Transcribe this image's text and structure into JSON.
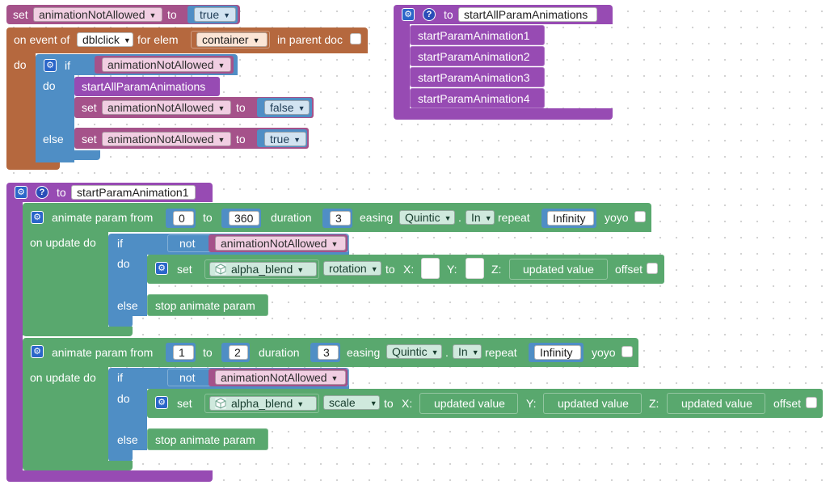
{
  "colors": {
    "variables": "#a5528a",
    "events": "#b5683e",
    "logic": "#4f8ec5",
    "procedures": "#974bb3",
    "animation": "#59a86e"
  },
  "block_set_top": {
    "set_label": "set",
    "var_name": "animationNotAllowed",
    "to_label": "to",
    "value": "true"
  },
  "block_event": {
    "on_event_of_label": "on event of",
    "event_name": "dblclick",
    "for_elem_label": "for elem",
    "elem_name": "container",
    "in_parent_doc_label": "in parent doc",
    "do_label": "do",
    "if_label": "if",
    "condition_var": "animationNotAllowed",
    "do_inner_label": "do",
    "call_label": "startAllParamAnimations",
    "set1_label": "set",
    "set1_var": "animationNotAllowed",
    "set1_to": "to",
    "set1_value": "false",
    "else_label": "else",
    "set2_label": "set",
    "set2_var": "animationNotAllowed",
    "set2_to": "to",
    "set2_value": "true"
  },
  "block_proc_all": {
    "help_label": "?",
    "to_label": "to",
    "name": "startAllParamAnimations",
    "calls": [
      "startParamAnimation1",
      "startParamAnimation2",
      "startParamAnimation3",
      "startParamAnimation4"
    ]
  },
  "block_proc_one": {
    "help_label": "?",
    "to_label": "to",
    "name": "startParamAnimation1",
    "anim1": {
      "animate_label": "animate param from",
      "from": "0",
      "to_label": "to",
      "to": "360",
      "duration_label": "duration",
      "duration": "3",
      "easing_label": "easing",
      "easing": "Quintic",
      "dot": ".",
      "easing_dir": "In",
      "repeat_label": "repeat",
      "repeat": "Infinity",
      "yoyo_label": "yoyo",
      "on_update_label": "on update do",
      "if_label": "if",
      "not_label": "not",
      "condition_var": "animationNotAllowed",
      "do_label": "do",
      "set_label": "set",
      "object": "alpha_blend",
      "property": "rotation",
      "set_to": "to",
      "x_label": "X:",
      "y_label": "Y:",
      "z_label": "Z:",
      "z_value": "updated value",
      "offset_label": "offset",
      "else_label": "else",
      "stop_label": "stop animate param"
    },
    "anim2": {
      "animate_label": "animate param from",
      "from": "1",
      "to_label": "to",
      "to": "2",
      "duration_label": "duration",
      "duration": "3",
      "easing_label": "easing",
      "easing": "Quintic",
      "dot": ".",
      "easing_dir": "In",
      "repeat_label": "repeat",
      "repeat": "Infinity",
      "yoyo_label": "yoyo",
      "on_update_label": "on update do",
      "if_label": "if",
      "not_label": "not",
      "condition_var": "animationNotAllowed",
      "do_label": "do",
      "set_label": "set",
      "object": "alpha_blend",
      "property": "scale",
      "set_to": "to",
      "x_label": "X:",
      "x_value": "updated value",
      "y_label": "Y:",
      "y_value": "updated value",
      "z_label": "Z:",
      "z_value": "updated value",
      "offset_label": "offset",
      "else_label": "else",
      "stop_label": "stop animate param"
    }
  },
  "icons": {
    "gear": "gear-icon",
    "help": "help-icon",
    "dropdown": "chevron-down-icon",
    "object": "cube-icon"
  }
}
